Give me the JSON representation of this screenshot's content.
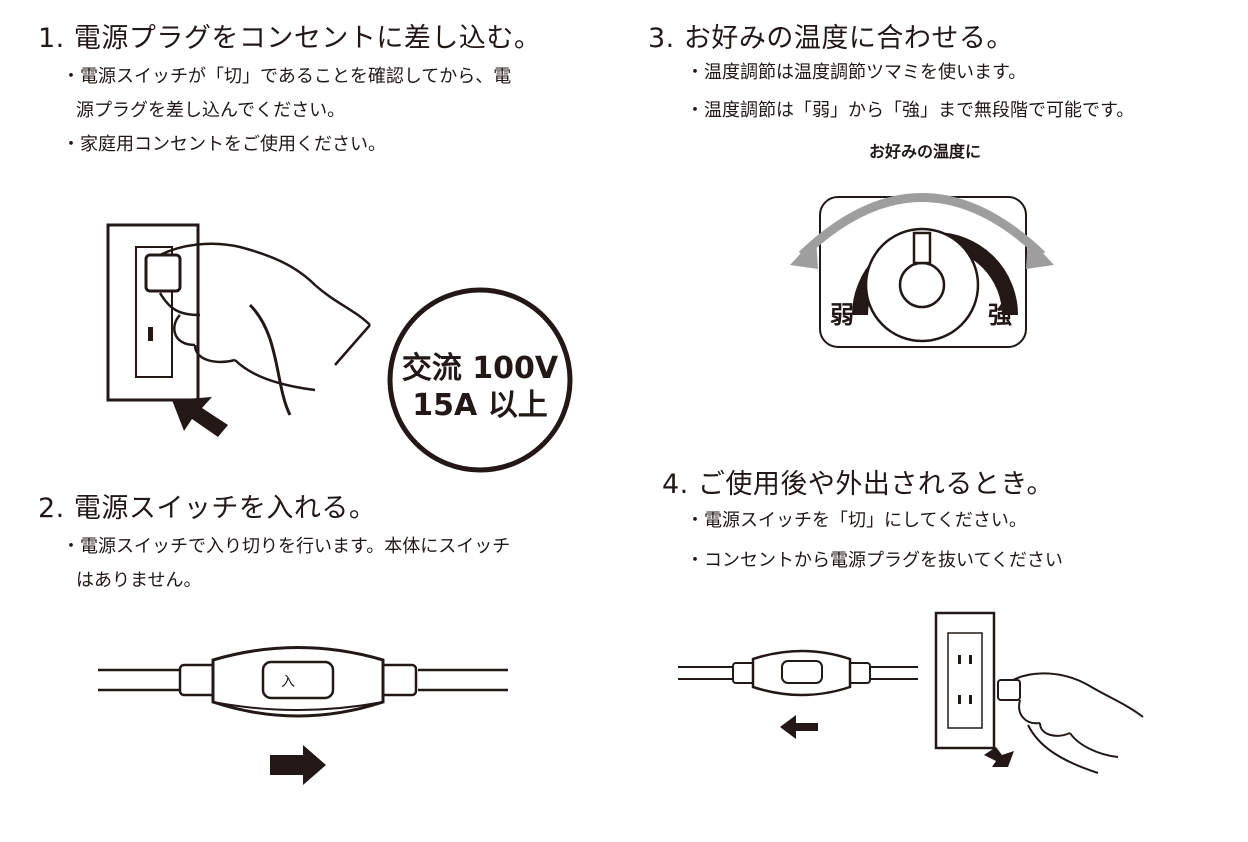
{
  "sections": [
    {
      "heading": "1. 電源プラグをコンセントに差し込む。",
      "bullets": [
        {
          "line1": "・電源スイッチが「切」であることを確認してから、電",
          "line2": "源プラグを差し込んでください。"
        },
        {
          "line1": "・家庭用コンセントをご使用ください。"
        }
      ],
      "badge": {
        "line1": "交流 100V",
        "line2": "15A 以上"
      }
    },
    {
      "heading": "2. 電源スイッチを入れる。",
      "bullets": [
        {
          "line1": "・電源スイッチで入り切りを行います。本体にスイッチ",
          "line2": "はありません。"
        }
      ],
      "switch_label": "入"
    },
    {
      "heading": "3. お好みの温度に合わせる。",
      "bullets": [
        {
          "line1": "・温度調節は温度調節ツマミを使います。"
        },
        {
          "line1": "・温度調節は「弱」から「強」まで無段階で可能です。"
        }
      ],
      "dial": {
        "caption": "お好みの温度に",
        "low": "弱",
        "high": "強"
      }
    },
    {
      "heading": "4. ご使用後や外出されるとき。",
      "bullets": [
        {
          "line1": "・電源スイッチを「切」にしてください。"
        },
        {
          "line1": "・コンセントから電源プラグを抜いてください"
        }
      ]
    }
  ]
}
